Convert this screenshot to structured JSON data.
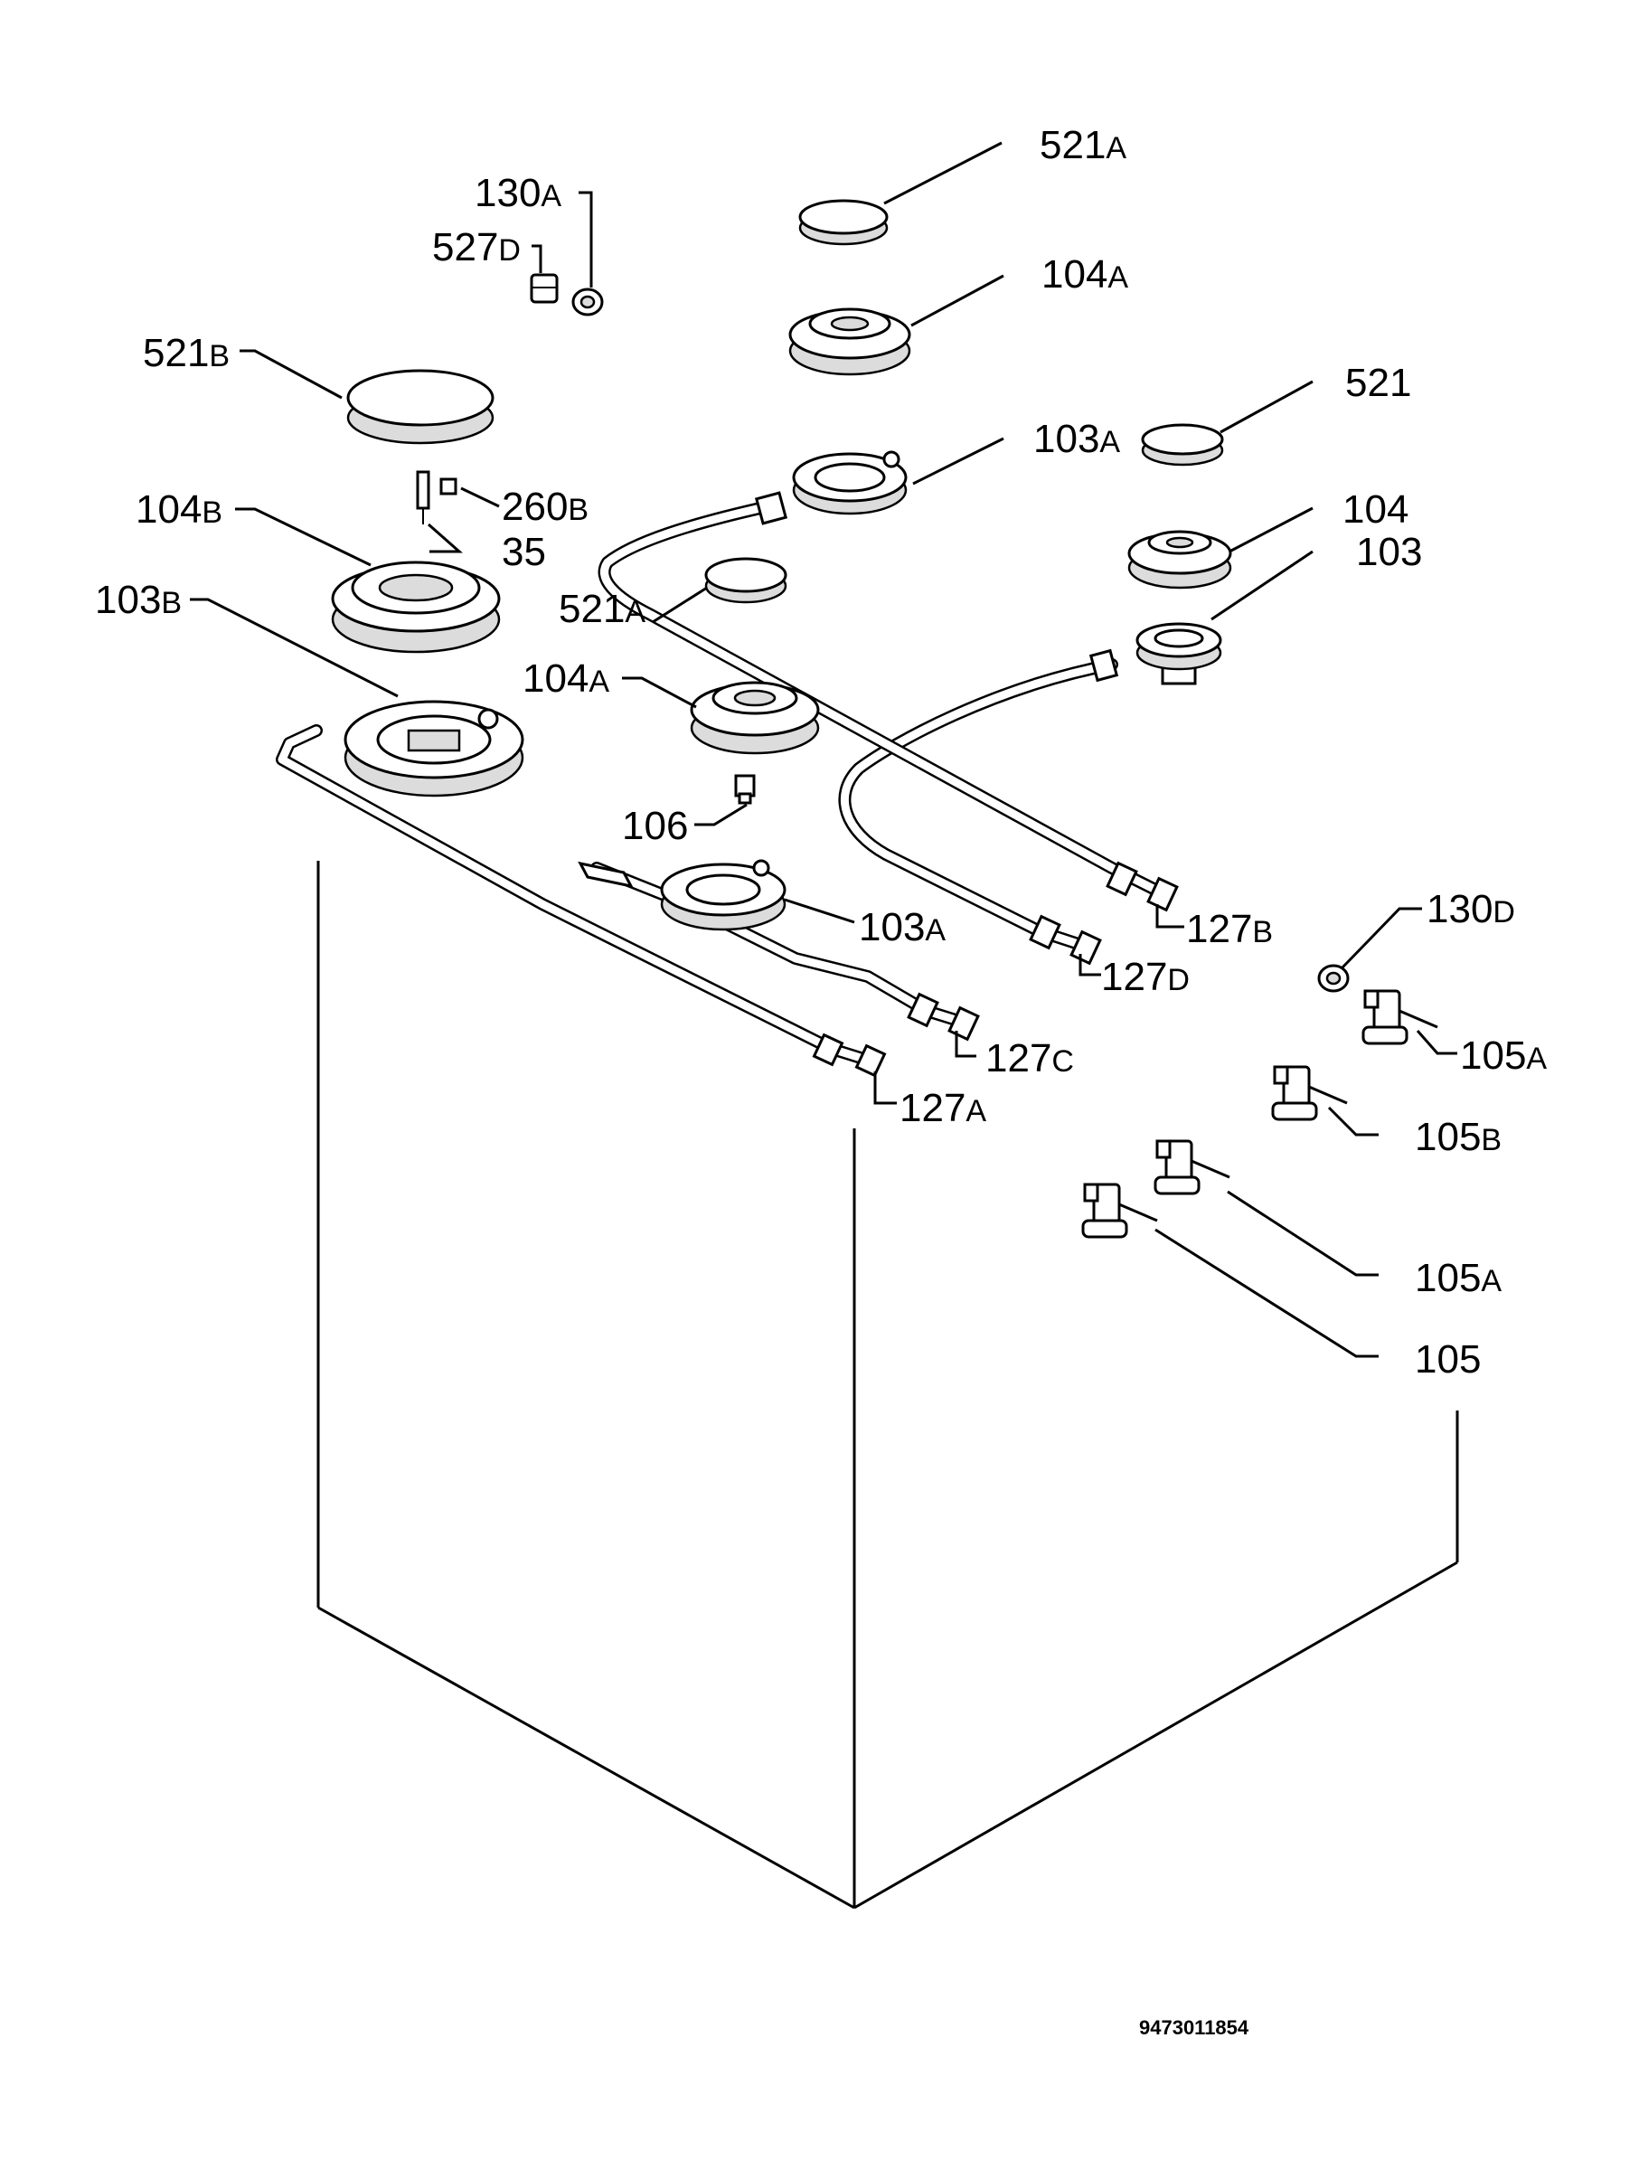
{
  "labels": [
    {
      "id": "521A-top",
      "main": "521",
      "sfx": "A"
    },
    {
      "id": "130A",
      "main": "130",
      "sfx": "A"
    },
    {
      "id": "527D",
      "main": "527",
      "sfx": "D"
    },
    {
      "id": "104A-top",
      "main": "104",
      "sfx": "A"
    },
    {
      "id": "521B",
      "main": "521",
      "sfx": "B"
    },
    {
      "id": "521",
      "main": "521",
      "sfx": ""
    },
    {
      "id": "103A-top",
      "main": "103",
      "sfx": "A"
    },
    {
      "id": "260B",
      "main": "260",
      "sfx": "B"
    },
    {
      "id": "104B",
      "main": "104",
      "sfx": "B"
    },
    {
      "id": "35",
      "main": "35",
      "sfx": ""
    },
    {
      "id": "104",
      "main": "104",
      "sfx": ""
    },
    {
      "id": "103",
      "main": "103",
      "sfx": ""
    },
    {
      "id": "103B",
      "main": "103",
      "sfx": "B"
    },
    {
      "id": "521A-mid",
      "main": "521",
      "sfx": "A"
    },
    {
      "id": "104A-mid",
      "main": "104",
      "sfx": "A"
    },
    {
      "id": "106",
      "main": "106",
      "sfx": ""
    },
    {
      "id": "103A-mid",
      "main": "103",
      "sfx": "A"
    },
    {
      "id": "127B",
      "main": "127",
      "sfx": "B"
    },
    {
      "id": "127D",
      "main": "127",
      "sfx": "D"
    },
    {
      "id": "130D",
      "main": "130",
      "sfx": "D"
    },
    {
      "id": "105A-top",
      "main": "105",
      "sfx": "A"
    },
    {
      "id": "127C",
      "main": "127",
      "sfx": "C"
    },
    {
      "id": "127A",
      "main": "127",
      "sfx": "A"
    },
    {
      "id": "105B",
      "main": "105",
      "sfx": "B"
    },
    {
      "id": "105A-mid",
      "main": "105",
      "sfx": "A"
    },
    {
      "id": "105",
      "main": "105",
      "sfx": ""
    }
  ],
  "document_number": "9473011854"
}
